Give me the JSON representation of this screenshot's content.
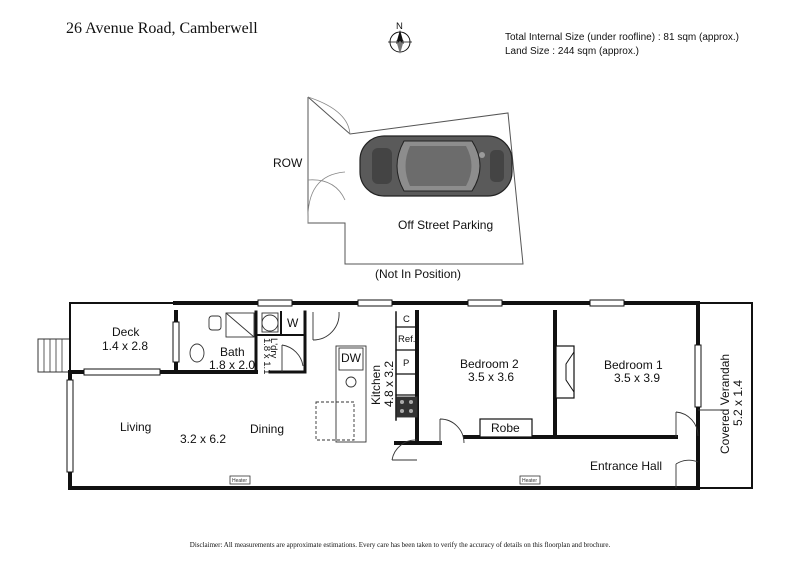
{
  "header": {
    "address": "26 Avenue Road, Camberwell",
    "internal_size": "Total Internal Size (under roofline) :  81 sqm (approx.)",
    "land_size": "Land Size :  244 sqm (approx.)"
  },
  "compass": {
    "label": "N"
  },
  "parking": {
    "row": "ROW",
    "label": "Off Street Parking",
    "note": "(Not In Position)"
  },
  "rooms": {
    "deck": {
      "name": "Deck",
      "size": "1.4 x 2.8"
    },
    "bath": {
      "name": "Bath",
      "size": "1.8 x 2.0"
    },
    "laundry": {
      "name": "L'dry",
      "size": "1.8 x 1.1"
    },
    "wc": {
      "name": "W"
    },
    "living": {
      "name": "Living",
      "size": "3.2 x 6.2"
    },
    "dining": {
      "name": "Dining"
    },
    "kitchen": {
      "name": "Kitchen",
      "size": "4.8 x 3.2"
    },
    "dw": {
      "name": "DW"
    },
    "cupboard": {
      "name": "C"
    },
    "fridge": {
      "name": "Ref."
    },
    "pantry": {
      "name": "P"
    },
    "bedroom2": {
      "name": "Bedroom 2",
      "size": "3.5 x 3.6"
    },
    "robe": {
      "name": "Robe"
    },
    "bedroom1": {
      "name": "Bedroom 1",
      "size": "3.5 x 3.9"
    },
    "entrance": {
      "name": "Entrance Hall"
    },
    "verandah": {
      "name": "Covered Verandah",
      "size": "5.2 x 1.4"
    },
    "heater1": {
      "name": "Heater"
    },
    "heater2": {
      "name": "Heater"
    }
  },
  "footer": {
    "disclaimer": "Disclaimer: All measurements are approximate estimations. Every care has been taken to verify the accuracy of details on this floorplan and brochure."
  }
}
